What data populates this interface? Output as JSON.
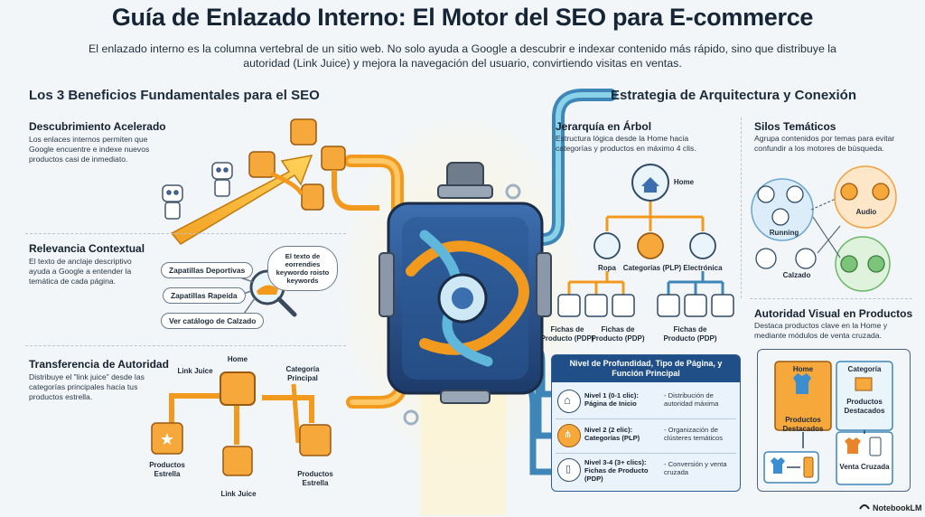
{
  "title": "Guía de Enlazado Interno: El Motor del SEO para E-commerce",
  "intro": "El enlazado interno es la columna vertebral de un sitio web. No solo ayuda a Google a descubrir e indexar contenido más rápido, sino que distribuye la autoridad (Link Juice) y mejora la navegación del usuario, convirtiendo visitas en ventas.",
  "left": {
    "heading": "Los 3 Beneficios Fundamentales para el SEO",
    "b1": {
      "title": "Descubrimiento Acelerado",
      "text": "Los enlaces internos permiten que Google encuentre e indexe nuevos productos casi de inmediato."
    },
    "b2": {
      "title": "Relevancia Contextual",
      "text": "El texto de anclaje descriptivo ayuda a Google a entender la temática de cada página.",
      "pills": [
        "Zapatillas Deportivas",
        "Zapatillas Rapeida",
        "Ver catálogo de Calzado"
      ],
      "cloud": "El texto de eorrendies keywordo roisto keywords"
    },
    "b3": {
      "title": "Transferencia de Autoridad",
      "text": "Distribuye el \"link juice\" desde las categorías principales hacia tus productos estrella.",
      "labels": {
        "home": "Home",
        "juice_top": "Link Juice",
        "category": "Categoría Principal",
        "star": "Productos Estrella",
        "juice_bottom": "Link Juice",
        "products": "Productos Estrella"
      }
    }
  },
  "right": {
    "heading": "Estrategia de Arquitectura y Conexión",
    "tree": {
      "title": "Jerarquía en Árbol",
      "text": "Estructura lógica desde la Home hacia categorías y productos en máximo 4 clis.",
      "home": "Home",
      "n1": "Ropa",
      "n2": "Categorías (PLP)",
      "n3": "Electrónica",
      "pdp1": "Fichas de Producto (PDP)",
      "pdp2": "Fichas de Producto (PDP)",
      "pdp3": "Fichas de Producto (PDP)"
    },
    "silos": {
      "title": "Silos Temáticos",
      "text": "Agrupa contenidos por temas para evitar confundir a los motores de búsqueda.",
      "l1": "Running",
      "l2": "Audio",
      "l3": "Calzado"
    },
    "table": {
      "header": "Nivel de Profundidad, Tipo de Página, y Función Principal",
      "rows": [
        {
          "left": "Nivel 1 (0-1 clic): Página de Inicio",
          "right": "- Distribución de autoridad máxima"
        },
        {
          "left": "Nivel 2 (2 elic): Categorías (PLP)",
          "right": "- Organización de clústeres temáticos"
        },
        {
          "left": "Nivel 3-4 (3+ clics): Fichas de Producto (PDP)",
          "right": "- Conversión y venta cruzada"
        }
      ]
    },
    "visual": {
      "title": "Autoridad Visual en Productos",
      "text": "Destaca productos clave en la Home y mediante módulos de venta cruzada.",
      "home": "Home",
      "featured1": "Productos Destacados",
      "category": "Categoría",
      "featured2": "Productos Destacados",
      "cross": "Venta Cruzada"
    }
  },
  "brand": "NotebookLM",
  "colors": {
    "orange": "#f6a83a",
    "blue": "#1f4f86",
    "teal": "#6fc0d8",
    "green": "#7cc47a"
  }
}
